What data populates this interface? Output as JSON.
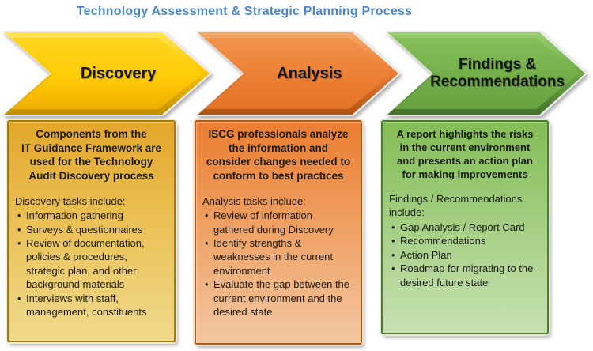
{
  "title": {
    "text": "Technology Assessment & Strategic Planning Process",
    "color": "#4E87C7"
  },
  "glyphs": {
    "bullet": "•"
  },
  "stages": [
    {
      "label": "Discovery",
      "theme_color": "#FEC803",
      "box_border_color": "#A37B08",
      "box": {
        "summary": "Components from the\nIT Guidance Framework are\nused for the Technology\nAudit Discovery process",
        "tasks_heading": "Discovery tasks include:",
        "tasks": [
          "Information gathering",
          "Surveys & questionnaires",
          "Review of documentation, policies & procedures, strategic plan, and other background materials",
          "Interviews with staff, management, constituents"
        ]
      }
    },
    {
      "label": "Analysis",
      "theme_color": "#EC7F33",
      "box_border_color": "#AC5B18",
      "box": {
        "summary": "ISCG professionals analyze\nthe information and\nconsider changes needed to\nconform to best practices",
        "tasks_heading": "Analysis tasks include:",
        "tasks": [
          "Review of information gathered during Discovery",
          "Identify strengths & weaknesses in the current environment",
          "Evaluate the gap between the current environment and the desired state"
        ]
      }
    },
    {
      "label": "Findings &\nRecommendations",
      "theme_color": "#72AF49",
      "box_border_color": "#4E7B2F",
      "box": {
        "summary": "A report highlights the risks\nin the current environment\nand presents an action plan\nfor making improvements",
        "tasks_heading": "Findings / Recommendations include:",
        "tasks": [
          "Gap Analysis / Report Card",
          "Recommendations",
          "Action Plan",
          "Roadmap for migrating to the desired future state"
        ]
      }
    }
  ]
}
